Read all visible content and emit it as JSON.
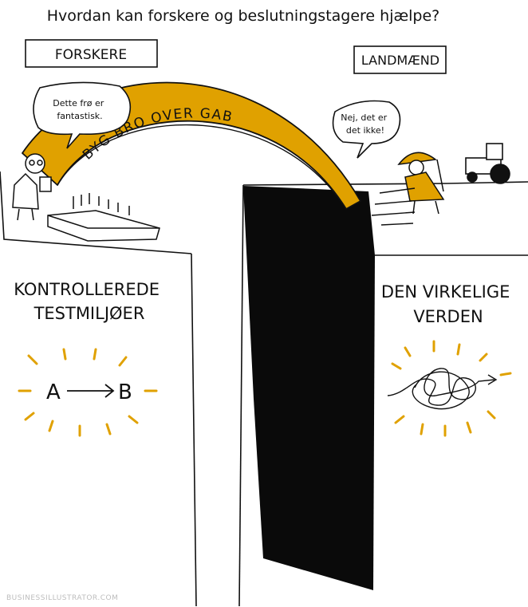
{
  "title": "Hvordan kan forskere og beslutningstagere hjælpe?",
  "labels": {
    "researchers": "FORSKERE",
    "farmers": "LANDMÆND"
  },
  "speech": {
    "researcher": [
      "Dette frø er",
      "fantastisk."
    ],
    "farmer": [
      "Nej, det er",
      "det ikke!"
    ]
  },
  "bridge_text": "BYG BRO OVER GAB",
  "left_heading": [
    "KONTROLLEREDE",
    "TESTMILJØER"
  ],
  "right_heading": [
    "DEN VIRKELIGE",
    "VERDEN"
  ],
  "diagram": {
    "from": "A",
    "to": "B"
  },
  "watermark": "BUSINESSILLUSTRATOR.COM",
  "colors": {
    "accent": "#E0A100",
    "ink": "#111111",
    "gap": "#0a0a0a"
  },
  "icons": [
    "researcher-figure",
    "farmer-figure",
    "tractor-icon",
    "seedling-tray",
    "tangle-icon"
  ]
}
